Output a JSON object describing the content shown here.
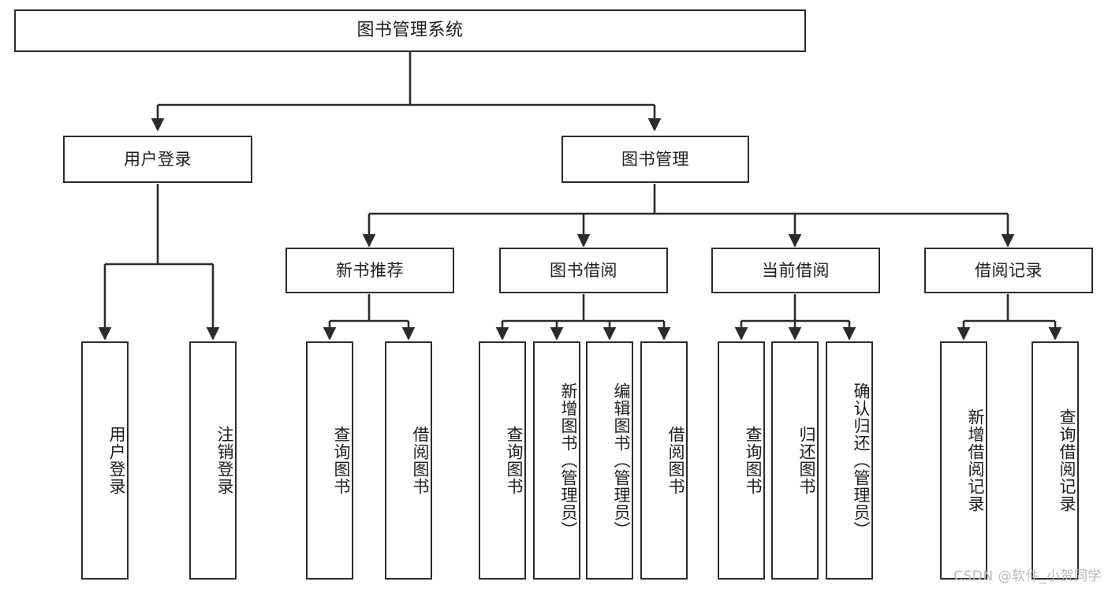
{
  "diagram": {
    "title": "图书管理系统",
    "type": "tree-structure-chart",
    "line_color": "#2b2b2b",
    "text_color": "#1d1d1d",
    "background_color": "#ffffff",
    "watermark": "CSDN @软件_小贺同学"
  },
  "root": {
    "label": "图书管理系统"
  },
  "level2": [
    {
      "label": "用户登录"
    },
    {
      "label": "图书管理"
    }
  ],
  "level3": [
    {
      "label": "新书推荐"
    },
    {
      "label": "图书借阅"
    },
    {
      "label": "当前借阅"
    },
    {
      "label": "借阅记录"
    }
  ],
  "leaves": {
    "user_login": [
      {
        "label": "用户登录"
      },
      {
        "label": "注销登录"
      }
    ],
    "new_book_recommend": [
      {
        "label": "查询图书"
      },
      {
        "label": "借阅图书"
      }
    ],
    "book_borrow": [
      {
        "label": "查询图书"
      },
      {
        "label": "新增图书（管理员）"
      },
      {
        "label": "编辑图书（管理员）"
      },
      {
        "label": "借阅图书"
      }
    ],
    "current_borrow": [
      {
        "label": "查询图书"
      },
      {
        "label": "归还图书"
      },
      {
        "label": "确认归还（管理员）"
      }
    ],
    "borrow_record": [
      {
        "label": "新增借阅记录"
      },
      {
        "label": "查询借阅记录"
      }
    ]
  }
}
